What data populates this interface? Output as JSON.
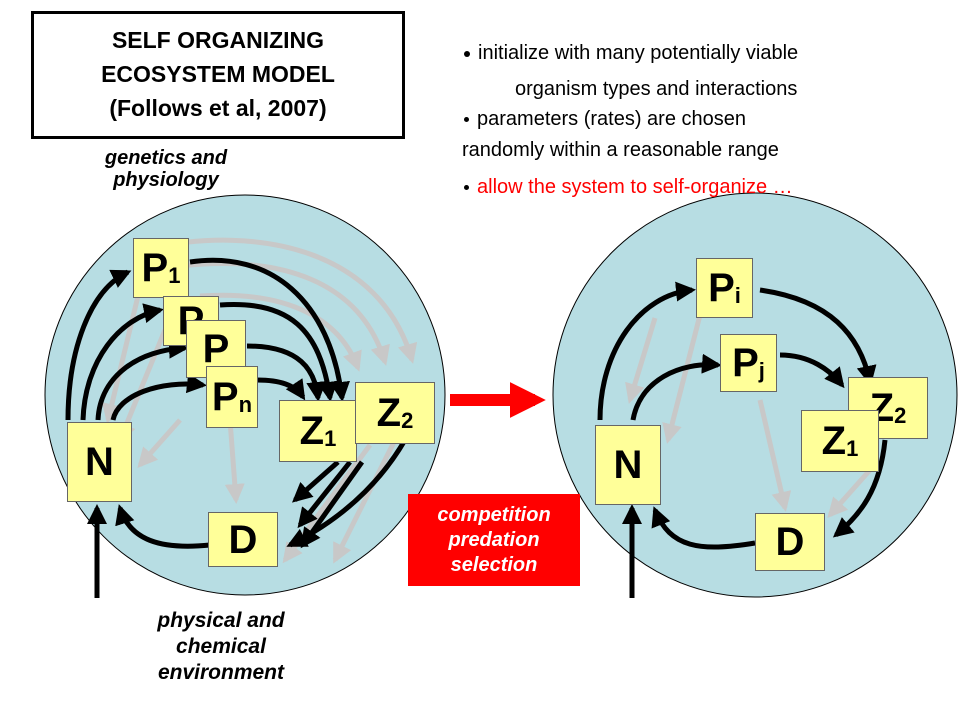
{
  "title": {
    "line1": "SELF ORGANIZING",
    "line2": "ECOSYSTEM MODEL",
    "line3": "(Follows et al, 2007)"
  },
  "labels": {
    "genetics_line1": "genetics and",
    "genetics_line2": "physiology",
    "environment_line1": "physical and",
    "environment_line2": "chemical",
    "environment_line3": "environment"
  },
  "bullets": [
    {
      "line1": "initialize with many potentially viable",
      "line2": "organism types and interactions",
      "color": "#000000"
    },
    {
      "line1": "parameters (rates) are chosen",
      "line2": "randomly within a reasonable range",
      "color": "#000000"
    },
    {
      "line1": "allow the system to self-organize …",
      "color": "#ff0000"
    }
  ],
  "process_box": {
    "line1": "competition",
    "line2": "predation",
    "line3": "selection",
    "background": "#ff0000"
  },
  "left_nodes": {
    "p1": {
      "main": "P",
      "sub": "1"
    },
    "p2": {
      "main": "P",
      "sub": ""
    },
    "p3": {
      "main": "P",
      "sub": ""
    },
    "pn": {
      "main": "P",
      "sub": "n"
    },
    "n": {
      "main": "N"
    },
    "z1": {
      "main": "Z",
      "sub": "1"
    },
    "z2": {
      "main": "Z",
      "sub": "2"
    },
    "d": {
      "main": "D"
    }
  },
  "right_nodes": {
    "pi": {
      "main": "P",
      "sub": "i"
    },
    "pj": {
      "main": "P",
      "sub": "j"
    },
    "n": {
      "main": "N"
    },
    "z1": {
      "main": "Z",
      "sub": "1"
    },
    "z2": {
      "main": "Z",
      "sub": "2"
    },
    "d": {
      "main": "D"
    }
  },
  "colors": {
    "circle_fill": "#b7dde3",
    "node_fill": "#ffff99",
    "flow_arrow": "#000000",
    "faint_arrow": "#c8c8c8",
    "transition_arrow": "#ff0000"
  }
}
